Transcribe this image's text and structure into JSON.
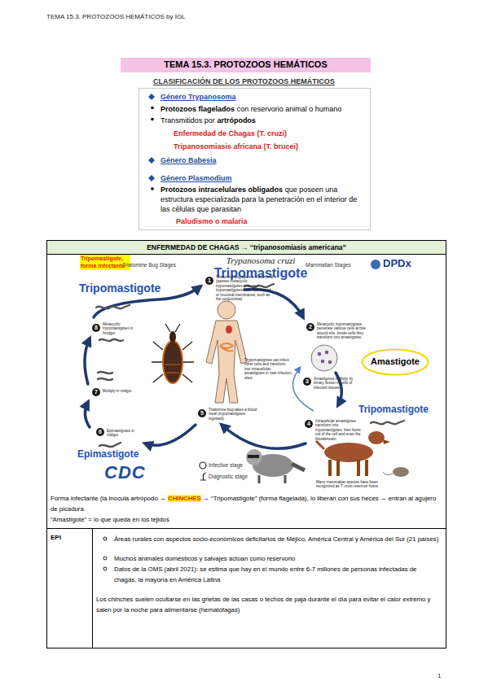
{
  "diagram": {
    "nodes": [
      {
        "text": [
          "TEMA 15.3. PROTOZOOS HEMÁTICOS"
        ]
      },
      {
        "text": [
          "CLASIFICACIÓN DE LOS PROTOZOOS HEMÁTICOS",
          "Género Trypanosoma",
          "Protozoos flagelados",
          "con reservorio animal o humano",
          "Transmitidos por",
          "artrópodos",
          "Enfermedad de Chagas (T. cruzi)",
          "Tripanosomiasis africana (T. brucei)",
          "Género Babesia",
          "Género Plasmodium",
          "Protozoos intracelulares obligados",
          "que poseen una estructura especializada para la penetración en el interior de las células que parasitan",
          "Paludismo o malaria"
        ]
      },
      {
        "text": [
          "ENFERMEDAD DE CHAGAS → “tripanosomiasis americana”"
        ]
      },
      {
        "text": [
          "Forma infectante (la inocula artrópodo →",
          "CHINCHES",
          "→ “Tripomastigote” (forma flagelada), lo liberan con sus heces → entran al agujero de picadura.",
          "“Amastigote” = lo que queda en los tejidos"
        ]
      },
      {
        "text": [
          "Tripomastigote, forma infectante"
        ],
        "in": 3
      },
      {
        "text": [
          "Amastigote"
        ],
        "in": 3
      },
      {
        "text": [
          "EPI"
        ]
      },
      {
        "text": [
          "Áreas rurales con aspectos socio-económicos deficitarios de Méjico, América Central y América del Sur (21 países)",
          "Muchos animales domésticos y salvajes actúan como reservorio",
          "Datos de la OMS (abril 2021): se estima que hay en el mundo entre 6-7 millones de personas infectadas de chagas, la mayoría en América Latina",
          "Los chinches suelen ocultarse en las grietas de las casas o techos de paja durante el día para evitar el calor extremo y salen por la noche para alimentarse (hematófagas)"
        ]
      }
    ],
    "labels": [
      "TEMA 15.3. PROTOZOOS HEMÁTICOS by IGL",
      "Triatomine Bug Stages",
      "Trypanosoma cruzi",
      "Tripomastigote",
      "Mammalian Stages",
      "DPDx",
      "Tripomastigote",
      "1",
      "Triatomine bug takes a blood meal (passes metacyclic trypomastigotes in feces, trypomastigotes enter bite wound or mucosal membranes, such as the conjunctiva)",
      "2",
      "Metacyclic trypomastigotes penetrate various cells at bite wound site. Inside cells they transform into amastigotes.",
      "3",
      "Amastigotes multiply by binary fission in cells of infected tissues.",
      "Tripomastigote",
      "4",
      "Intracellular amastigotes transform into trypomastigotes, then burst out of the cell and enter the bloodstream.",
      "Trypomastigotes can infect other cells and transform into intracellular amastigotes in new infection sites.",
      "5",
      "Triatomine bug takes a blood meal (trypomastigotes ingested)",
      "6",
      "Epimastigotes in midgut",
      "7",
      "Multiply in midgut",
      "8",
      "Metacyclic trypomastigotes in hindgut",
      "Epimastigote",
      "CDC",
      "Infective stage",
      "Diagnostic stage",
      "Many mammalian species have been recognized as T. cruzi reservoir hosts.",
      "1"
    ]
  }
}
